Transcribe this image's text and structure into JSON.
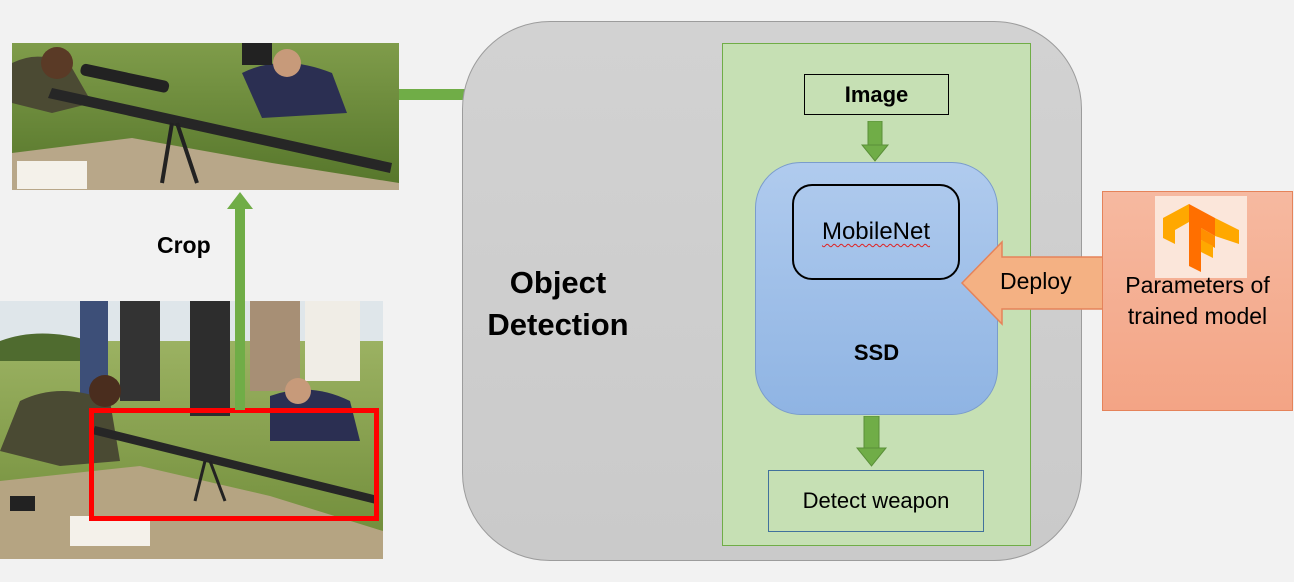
{
  "labels": {
    "crop": "Crop",
    "object_detection": "Object Detection",
    "image": "Image",
    "mobilenet": "MobileNet",
    "ssd": "SSD",
    "detect_weapon": "Detect weapon",
    "deploy": "Deploy",
    "parameters": "Parameters of trained model"
  },
  "colors": {
    "arrow_green": "#70ad47",
    "crop_box_red": "#ff0000",
    "ssd_blue": "#9dbde8",
    "detection_green": "#c6e0b4",
    "deploy_orange": "#f4b183",
    "tensorflow_orange": "#ff8c1a"
  },
  "icons": {
    "logo": "tensorflow-logo-icon"
  }
}
